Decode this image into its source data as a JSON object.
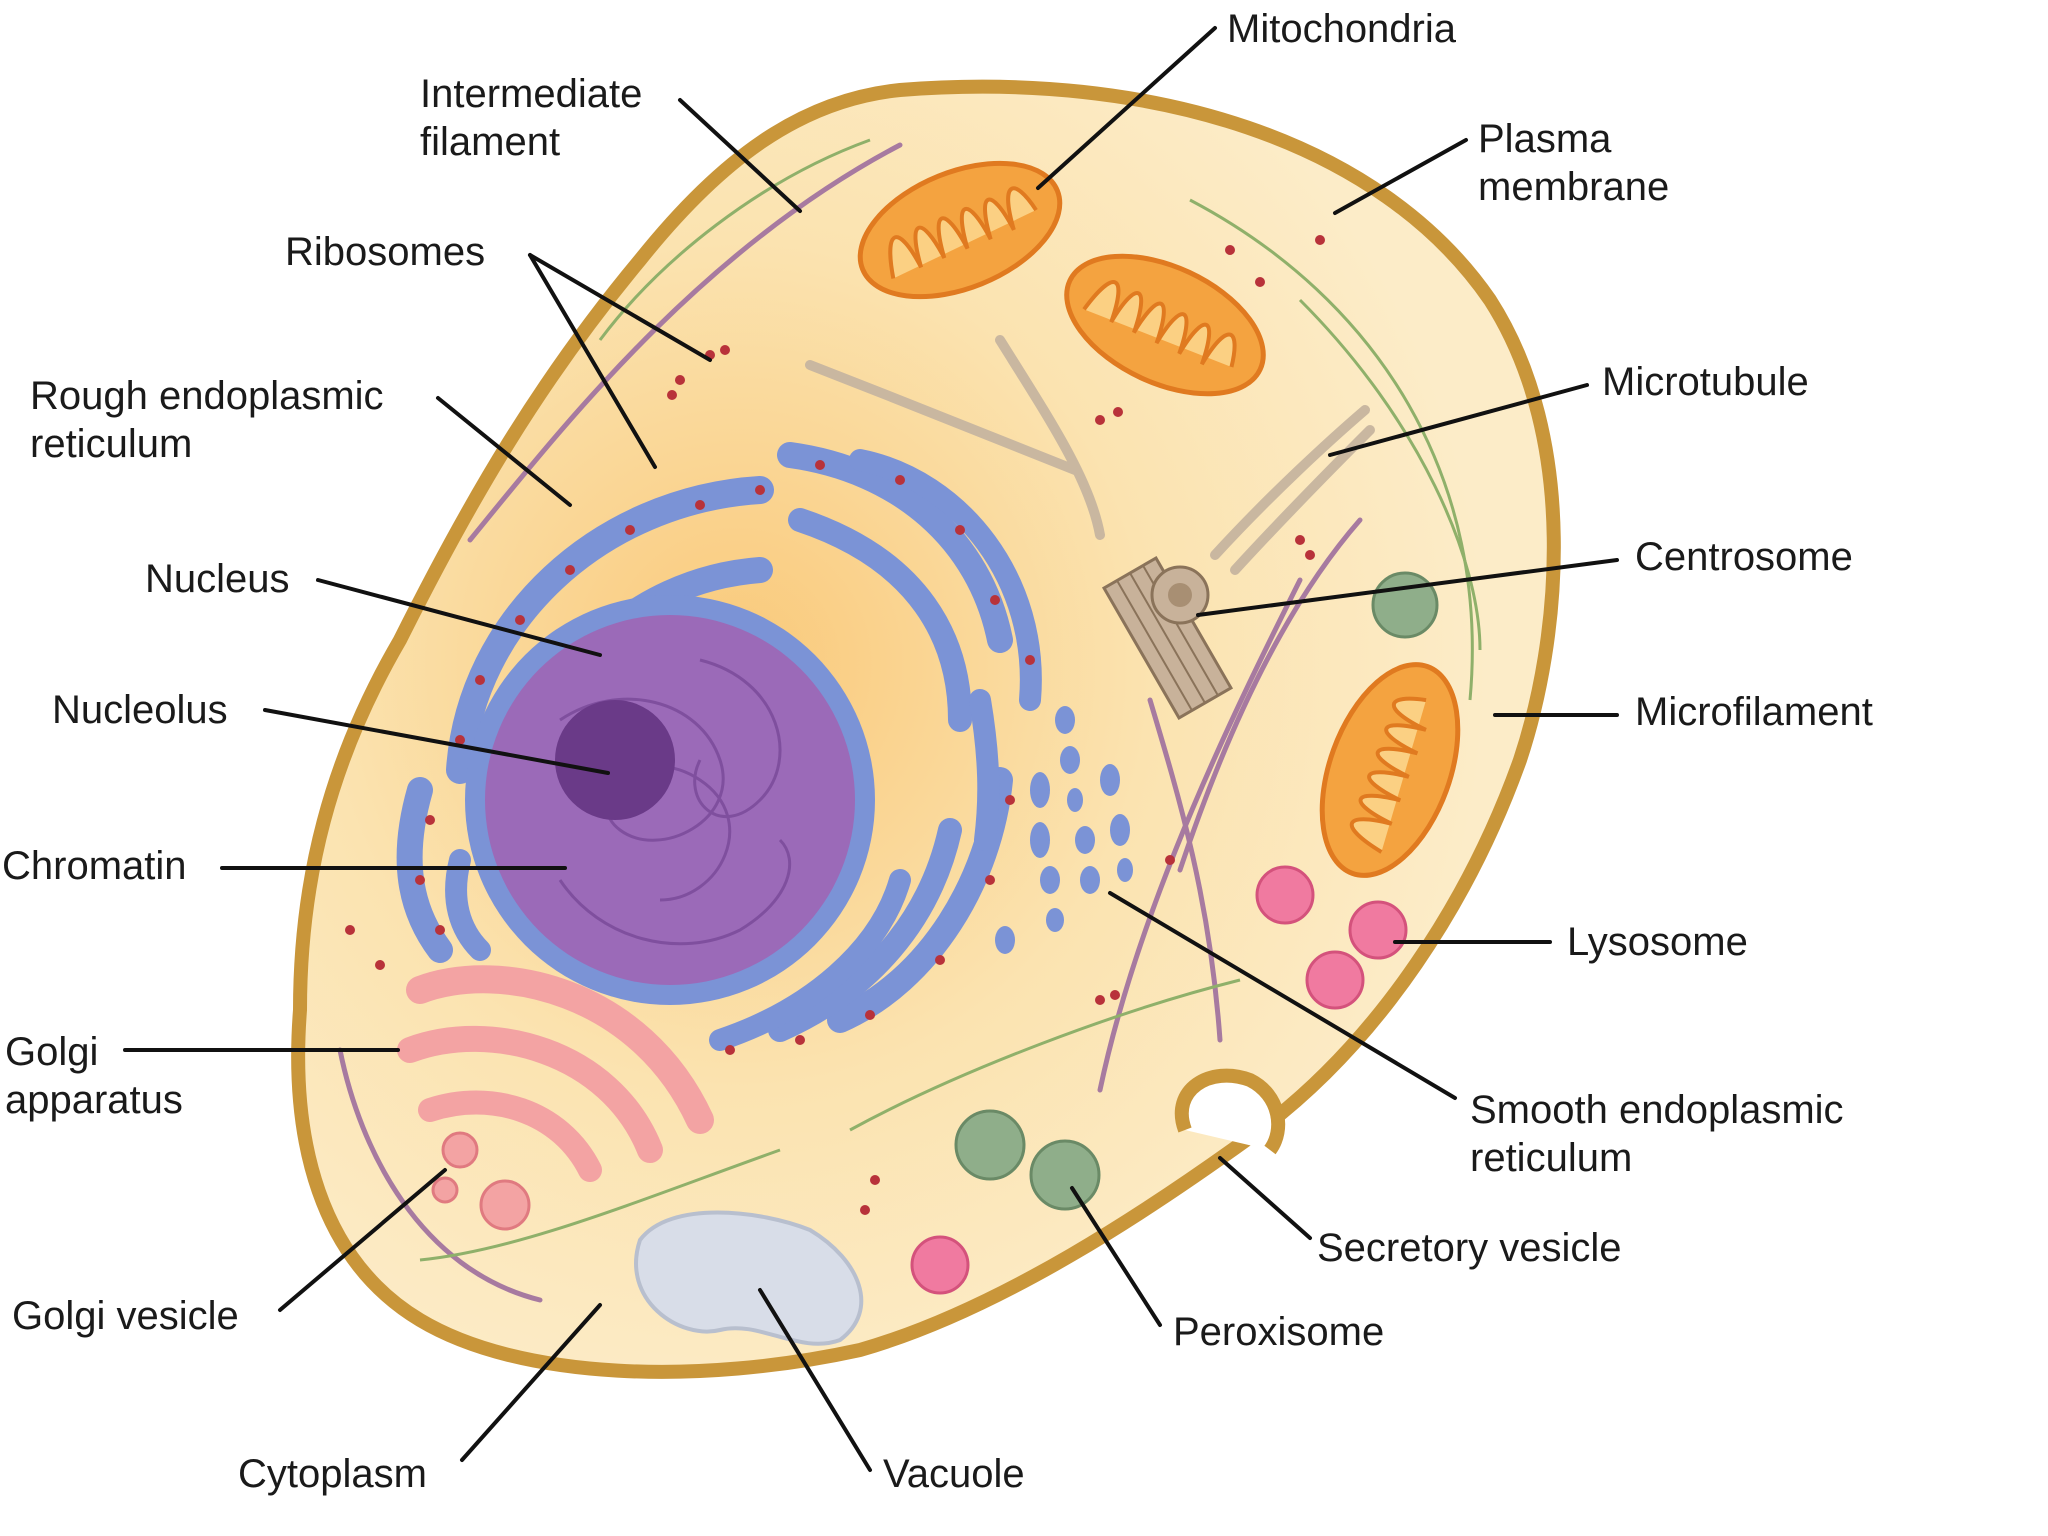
{
  "labels": {
    "mitochondria": "Mitochondria",
    "plasma_membrane": [
      "Plasma",
      "membrane"
    ],
    "intermediate_filament": [
      "Intermediate",
      "filament"
    ],
    "ribosomes": "Ribosomes",
    "rough_er": [
      "Rough endoplasmic",
      "reticulum"
    ],
    "microtubule": "Microtubule",
    "centrosome": "Centrosome",
    "nucleus": "Nucleus",
    "nucleolus": "Nucleolus",
    "microfilament": "Microfilament",
    "chromatin": "Chromatin",
    "lysosome": "Lysosome",
    "golgi_apparatus": [
      "Golgi",
      "apparatus"
    ],
    "smooth_er": [
      "Smooth endoplasmic",
      "reticulum"
    ],
    "secretory_vesicle": "Secretory vesicle",
    "golgi_vesicle": "Golgi vesicle",
    "peroxisome": "Peroxisome",
    "cytoplasm": "Cytoplasm",
    "vacuole": "Vacuole"
  },
  "colors": {
    "membrane": "#c9963a",
    "cytoplasm": "#fbe6b8",
    "nucleus": "#9b6ab8",
    "nucleolus": "#6a3a88",
    "rough_er": "#7b93d6",
    "ribosome": "#b8323a",
    "mitochondria": "#f4a340",
    "golgi": "#f3a3a3",
    "lysosome": "#f07aa0",
    "peroxisome": "#8fae8a",
    "vacuole": "#d8dde8"
  }
}
